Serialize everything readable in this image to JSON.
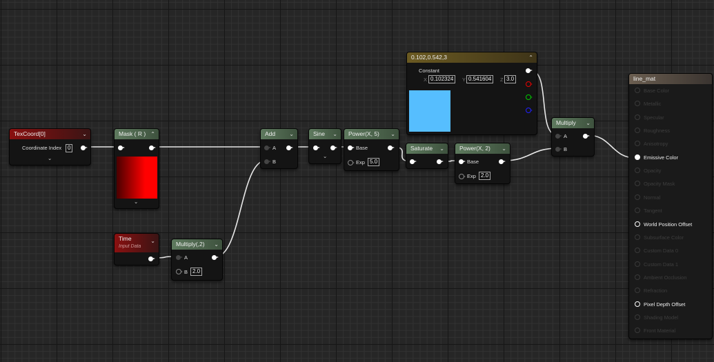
{
  "nodes": {
    "texcoord": {
      "title": "TexCoord[0]",
      "param_label": "Coordinate Index",
      "param_value": "0"
    },
    "mask": {
      "title": "Mask ( R )",
      "preview_color": "#ff0000"
    },
    "time": {
      "title": "Time",
      "subtitle": "Input Data"
    },
    "multiply2": {
      "title": "Multiply(,2)",
      "pin_a": "A",
      "pin_b": "B",
      "b_value": "2.0"
    },
    "add": {
      "title": "Add",
      "pin_a": "A",
      "pin_b": "B"
    },
    "sine": {
      "title": "Sine"
    },
    "power5": {
      "title": "Power(X, 5)",
      "pin_base": "Base",
      "pin_exp": "Exp",
      "exp_value": "5.0"
    },
    "constant": {
      "title": "0.102,0.542,3",
      "label": "Constant",
      "x_label": "X",
      "x_value": "0.102324",
      "y_label": "Y",
      "y_value": "0.541604",
      "z_label": "Z",
      "z_value": "3.0",
      "preview_color": "#56befe"
    },
    "saturate": {
      "title": "Saturate"
    },
    "power2": {
      "title": "Power(X, 2)",
      "pin_base": "Base",
      "pin_exp": "Exp",
      "exp_value": "2.0"
    },
    "multiply": {
      "title": "Multiply",
      "pin_a": "A",
      "pin_b": "B"
    }
  },
  "material": {
    "title": "line_mat",
    "inputs": [
      {
        "label": "Base Color",
        "state": "disabled"
      },
      {
        "label": "Metallic",
        "state": "disabled"
      },
      {
        "label": "Specular",
        "state": "disabled"
      },
      {
        "label": "Roughness",
        "state": "disabled"
      },
      {
        "label": "Anisotropy",
        "state": "disabled"
      },
      {
        "label": "Emissive Color",
        "state": "connected"
      },
      {
        "label": "Opacity",
        "state": "disabled"
      },
      {
        "label": "Opacity Mask",
        "state": "disabled"
      },
      {
        "label": "Normal",
        "state": "disabled"
      },
      {
        "label": "Tangent",
        "state": "disabled"
      },
      {
        "label": "World Position Offset",
        "state": "enabled"
      },
      {
        "label": "Subsurface Color",
        "state": "disabled"
      },
      {
        "label": "Custom Data 0",
        "state": "disabled"
      },
      {
        "label": "Custom Data 1",
        "state": "disabled"
      },
      {
        "label": "Ambient Occlusion",
        "state": "disabled"
      },
      {
        "label": "Refraction",
        "state": "disabled"
      },
      {
        "label": "Pixel Depth Offset",
        "state": "enabled"
      },
      {
        "label": "Shading Model",
        "state": "disabled"
      },
      {
        "label": "Front Material",
        "state": "disabled"
      }
    ]
  },
  "icons": {
    "collapse": "chevron-down-icon",
    "expand": "chevron-up-icon"
  }
}
